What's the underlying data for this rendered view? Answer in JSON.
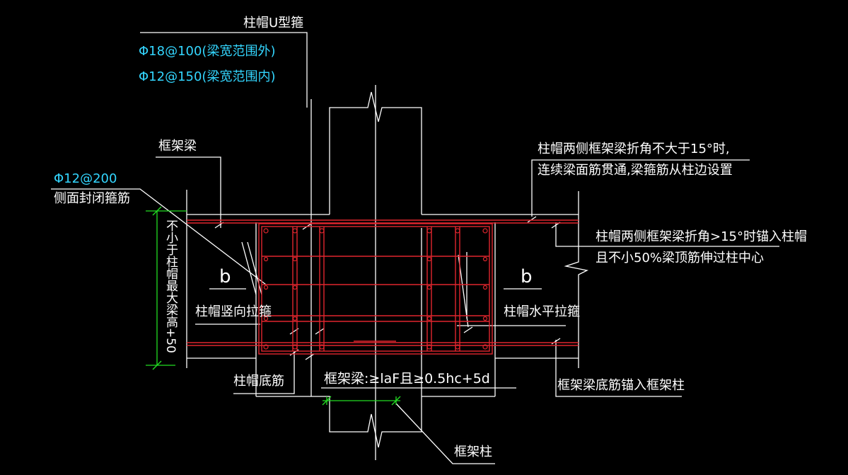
{
  "labels": {
    "u_stirrup": "柱帽U型箍",
    "u_spec_outer": "Φ18@100(梁宽范围外)",
    "u_spec_inner": "Φ12@150(梁宽范围内)",
    "frame_beam": "框架梁",
    "side_spec": "Φ12@200",
    "side_closed": "侧面封闭箍筋",
    "vertical_dim": "不小于柱帽最大梁高+50",
    "section_b_left": "b",
    "section_b_right": "b",
    "cap_vertical_tie": "柱帽竖向拉箍",
    "cap_horizontal_tie": "柱帽水平拉箍",
    "cap_bottom_bar": "柱帽底筋",
    "frame_beam_len": "框架梁:≥laF且≥0.5hc+5d",
    "frame_column": "框架柱",
    "note_bend_small_1": "柱帽两侧框架梁折角不大于15°时,",
    "note_bend_small_2": "连续梁面筋贯通,梁箍筋从柱边设置",
    "note_bend_large_1": "柱帽两侧框架梁折角>15°时锚入柱帽",
    "note_bend_large_2": "且不小50%梁顶筋伸过柱中心",
    "bottom_anchor": "框架梁底筋锚入框架柱"
  },
  "colors": {
    "line": "#ffffff",
    "rebar": "#e0262e",
    "dimension": "#22dd22",
    "spec_text": "#33d6ff",
    "background": "#000000"
  }
}
